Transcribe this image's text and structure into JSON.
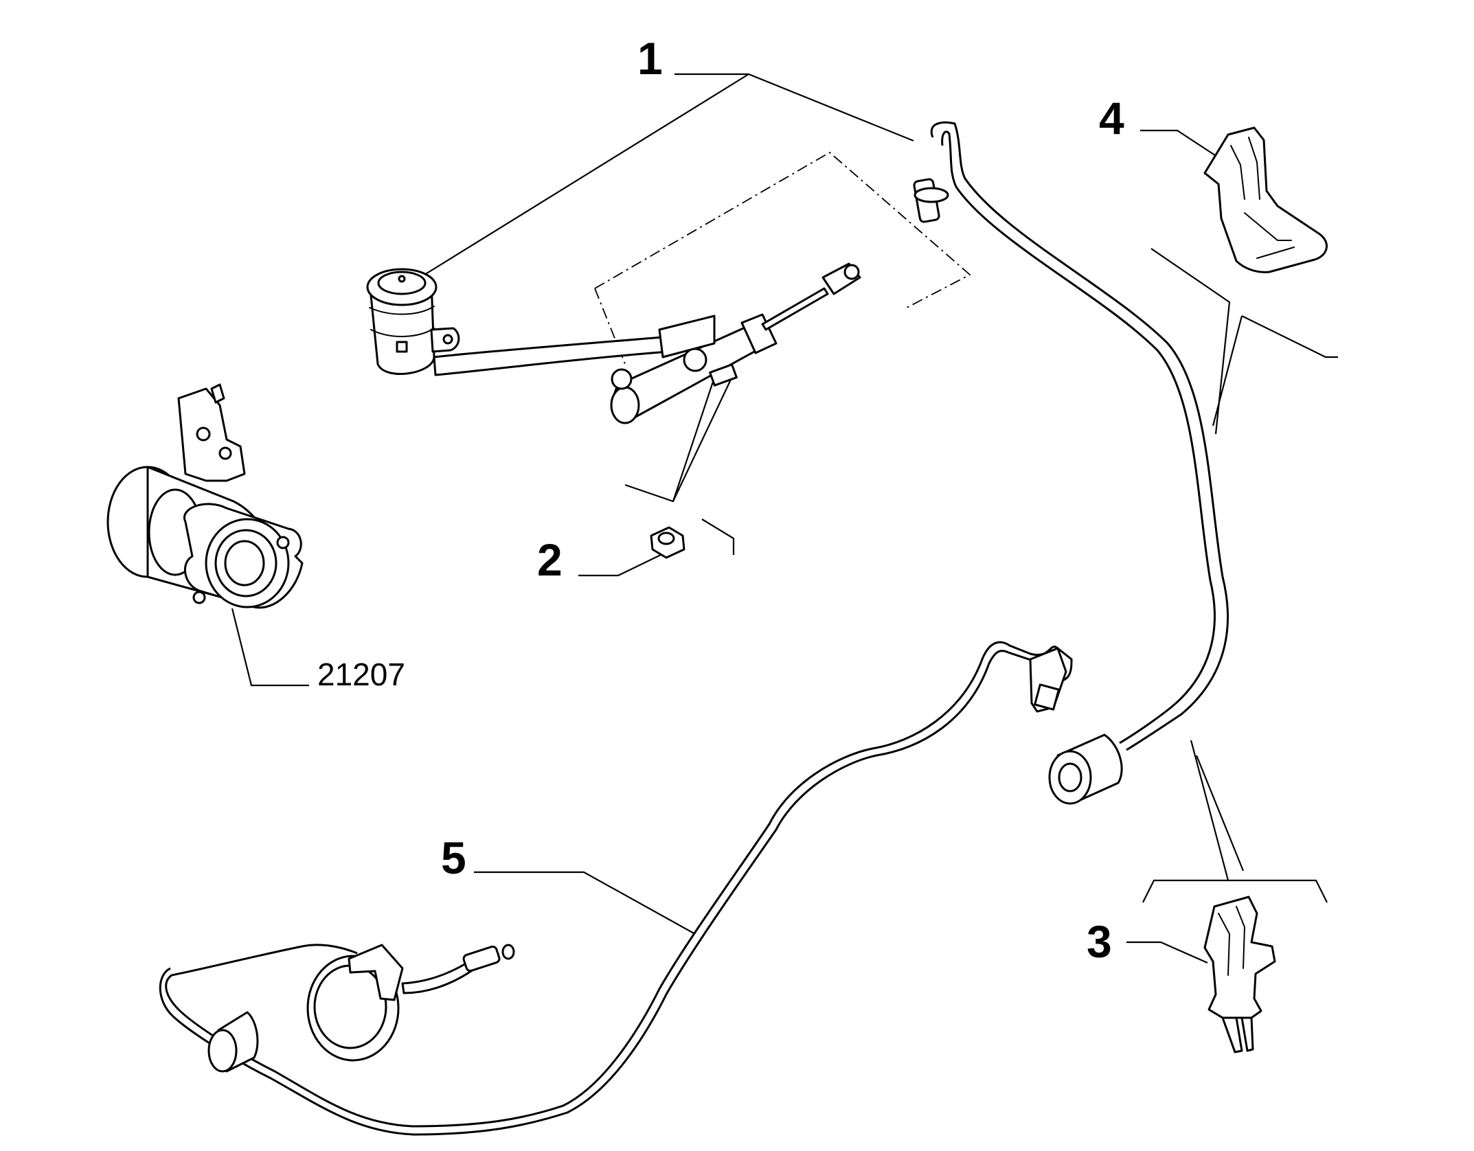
{
  "diagram": {
    "callouts": [
      {
        "id": "1",
        "label": "1"
      },
      {
        "id": "2",
        "label": "2"
      },
      {
        "id": "3",
        "label": "3"
      },
      {
        "id": "4",
        "label": "4"
      },
      {
        "id": "5",
        "label": "5"
      }
    ],
    "reference": {
      "label": "21207"
    }
  }
}
